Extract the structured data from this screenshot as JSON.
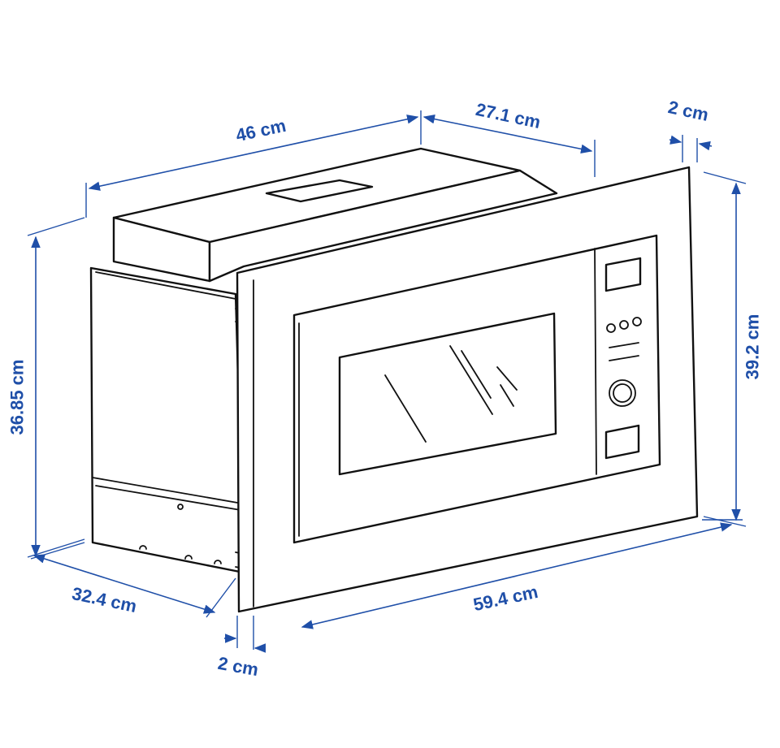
{
  "dimensions": {
    "top_depth": "46 cm",
    "top_front": "27.1 cm",
    "frame_thickness_top": "2 cm",
    "height_body": "36.85 cm",
    "height_total": "39.2 cm",
    "depth_side": "32.4 cm",
    "width_front": "59.4 cm",
    "frame_thickness_bottom": "2 cm"
  },
  "colors": {
    "dimension": "#1f4fa8",
    "outline": "#111111",
    "background": "#ffffff"
  }
}
